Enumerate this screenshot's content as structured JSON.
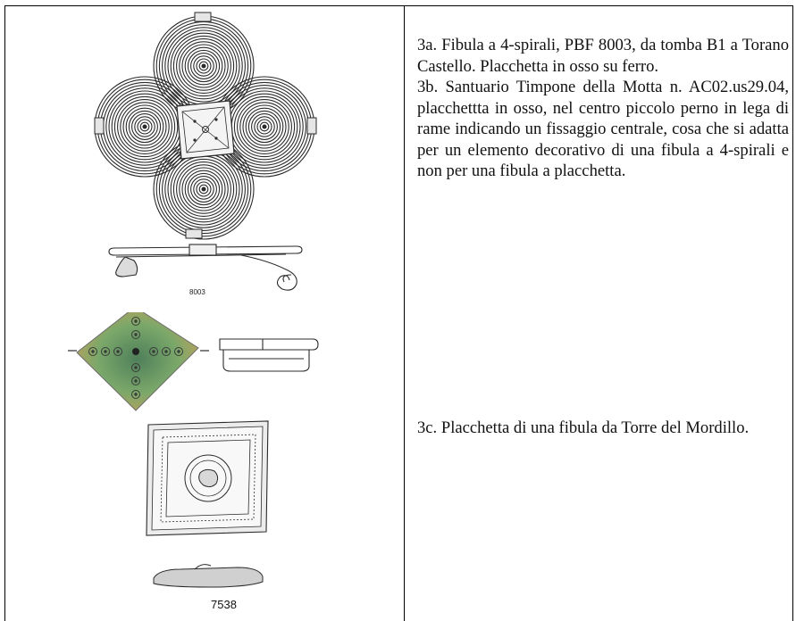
{
  "captions": {
    "c3a": "3a. Fibula a 4-spirali, PBF 8003, da tomba B1 a Torano Castello. Placchetta in osso su ferro.",
    "c3b": "3b. Santuario Timpone della Motta n. AC02.us29.04, placchettta in osso, nel centro piccolo perno in lega di rame indicando un fissaggio centrale, cosa che si adatta per un elemento decorativo di una fibula a 4-spirali e non per una fibula a placchetta.",
    "c3c": "3c. Placchetta di una fibula da Torre del Mordillo."
  },
  "figures": {
    "fig3a_number": "8003",
    "fig3c_number": "7538"
  },
  "colors": {
    "line": "#000000",
    "drawing_ink": "#2b2b2b",
    "plaque_green": "#7aa86a",
    "plaque_ochre": "#c8a05a"
  }
}
